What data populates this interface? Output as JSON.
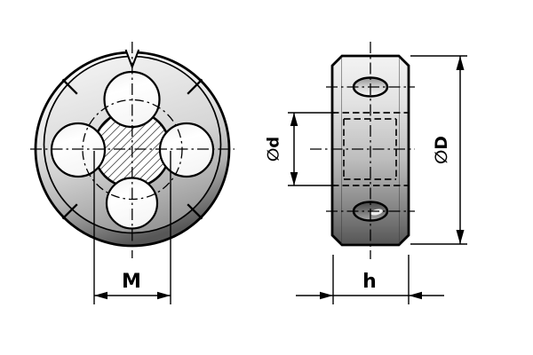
{
  "labels": {
    "thread_size": "M",
    "thread_diameter": "∅d",
    "outer_diameter": "∅D",
    "die_height": "h"
  },
  "colors": {
    "outline": "#000000",
    "background": "#ffffff",
    "metal_light": "#f3f3f3",
    "metal_mid": "#b5b5b5",
    "metal_dark": "#555555",
    "hole_fill": "#fbfbfb"
  }
}
